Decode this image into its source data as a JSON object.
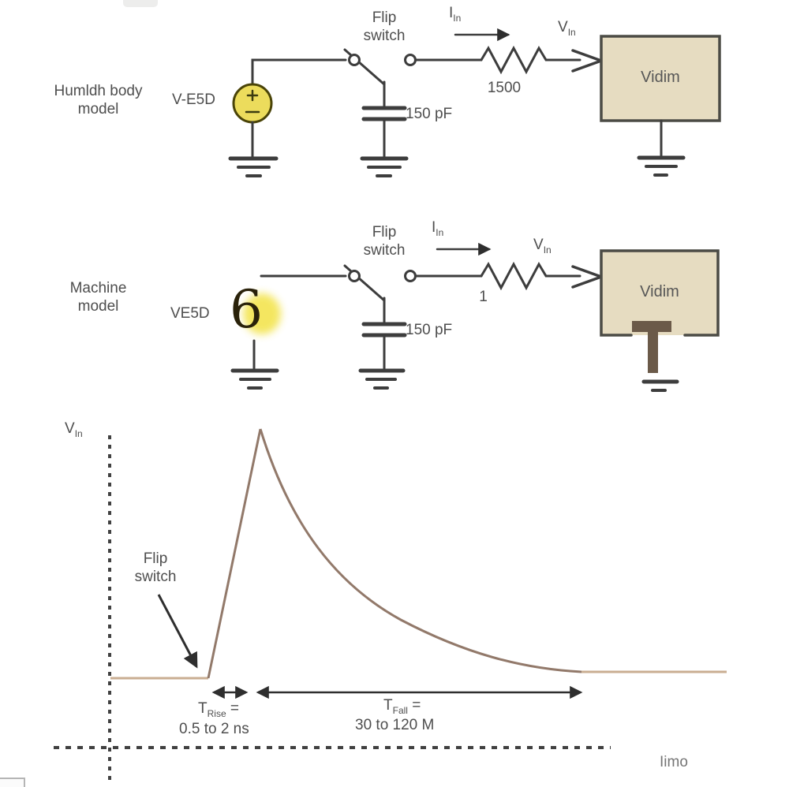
{
  "figure": {
    "description_visible_models": [
      "Humldh body model",
      "Machine model"
    ]
  },
  "colors": {
    "wire": "#3d3d3d",
    "text": "#4e4e4e",
    "box_fill": "#e6dcc1",
    "box_border": "#4b4b45",
    "source_fill": "#ecdc5c",
    "source_border": "#4a4408",
    "highlight": "#f3e44f",
    "brown_t": "#6b5a49",
    "curve": "#92796a",
    "curve_flat": "#c9ae92",
    "axis": "#414141"
  },
  "hbm": {
    "label_line1": "Humldh body",
    "label_line2": "model",
    "source_label": "V-E5D",
    "switch_label_line1": "Flip",
    "switch_label_line2": "switch",
    "current": {
      "main": "I",
      "sub": "In"
    },
    "resistor_value": "1500",
    "voltage": {
      "main": "V",
      "sub": "In"
    },
    "capacitor_value": "150 pF",
    "box_label": "Vidim"
  },
  "mm": {
    "label_line1": "Machine",
    "label_line2": "model",
    "source_label": "VE5D",
    "digit": "6",
    "switch_label_line1": "Flip",
    "switch_label_line2": "switch",
    "current": {
      "main": "I",
      "sub": "In"
    },
    "resistor_value": "1",
    "voltage": {
      "main": "V",
      "sub": "In"
    },
    "capacitor_value": "150 pF",
    "box_label": "Vidim"
  },
  "graph": {
    "y_axis": {
      "main": "V",
      "sub": "In"
    },
    "annotation_line1": "Flip",
    "annotation_line2": "switch",
    "t_rise": {
      "main": "T",
      "sub": "Rise",
      "eq": " ="
    },
    "t_rise_value": "0.5 to 2 ns",
    "t_fall": {
      "main": "T",
      "sub": "Fall",
      "eq": " ="
    },
    "t_fall_value": "30  to 120 M",
    "x_axis_label": "Iimo"
  }
}
